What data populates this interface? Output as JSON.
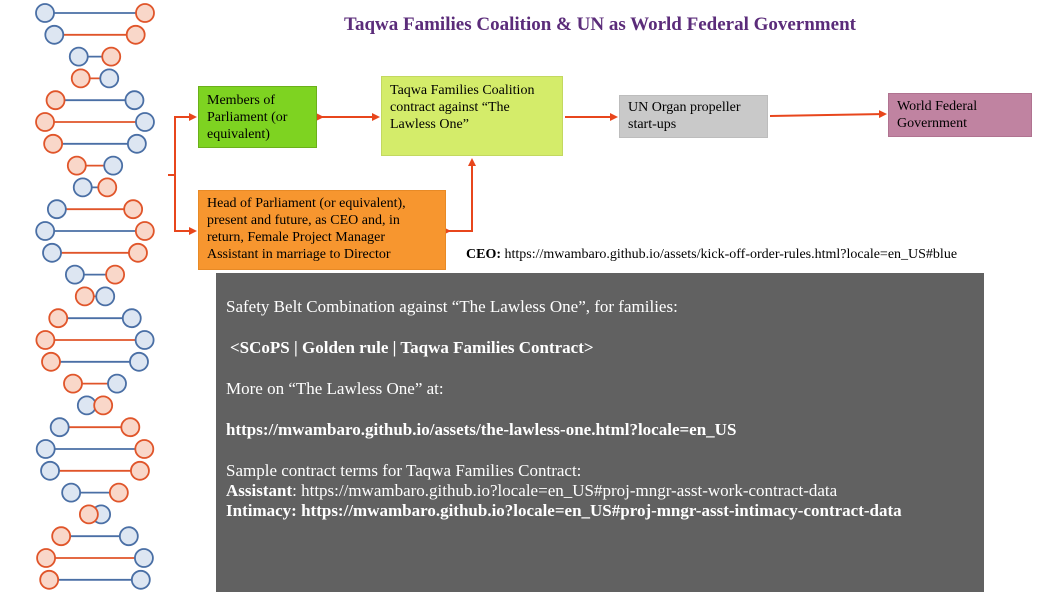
{
  "title": "Taqwa Families Coalition & UN as World Federal Government",
  "boxes": {
    "members": "Members of Parliament (or equivalent)",
    "taqwa": "Taqwa Families Coalition contract against “The Lawless One”",
    "un": "UN Organ propeller start-ups",
    "world": "World Federal Government",
    "head": "Head of Parliament (or equivalent), present and future, as CEO and, in return, Female Project Manager Assistant in marriage to Director"
  },
  "ceo": {
    "label": "CEO:",
    "url": "https://mwambaro.github.io/assets/kick-off-order-rules.html?locale=en_US#blue"
  },
  "panel": {
    "line1": "Safety Belt Combination against “The Lawless One”, for families:",
    "line2": "<SCoPS | Golden rule | Taqwa Families Contract>",
    "line3": "More on “The Lawless One” at:",
    "line4": "https://mwambaro.github.io/assets/the-lawless-one.html?locale=en_US",
    "line5": "Sample contract terms for Taqwa Families Contract:",
    "assistant_label": "Assistant",
    "assistant_url": ": https://mwambaro.github.io?locale=en_US#proj-mngr-asst-work-contract-data",
    "intimacy_label": "Intimacy",
    "intimacy_url": ": https://mwambaro.github.io?locale=en_US#proj-mngr-asst-intimacy-contract-data"
  },
  "colors": {
    "title": "#5b2c7a",
    "arrow": "#e8461c",
    "members_box": "#7ed321",
    "taqwa_box": "#d4ec6a",
    "un_box": "#c9c9c9",
    "world_box": "#c083a1",
    "head_box": "#f7962f",
    "panel": "#616161",
    "dna_blue": "#4a6fa5",
    "dna_orange": "#e0552a"
  }
}
